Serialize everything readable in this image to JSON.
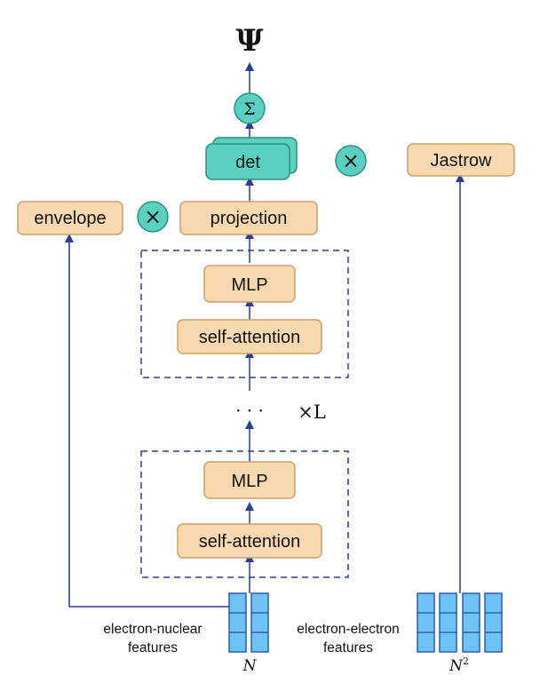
{
  "output": {
    "symbol": "Ψ"
  },
  "sum_symbol": "Σ",
  "multiply_symbol": "×",
  "nodes": {
    "det": "det",
    "jastrow": "Jastrow",
    "envelope": "envelope",
    "projection": "projection",
    "mlp_top": "MLP",
    "attention_top": "self-attention",
    "mlp_bottom": "MLP",
    "attention_bottom": "self-attention"
  },
  "repeat": {
    "dots": "· · ·",
    "label": "×L"
  },
  "inputs": {
    "electron_nuclear": {
      "line1": "electron-nuclear",
      "line2": "features",
      "dim": "N"
    },
    "electron_electron": {
      "line1": "electron-electron",
      "line2": "features",
      "dim": "N",
      "dim_exp": "2"
    }
  },
  "colors": {
    "box_fill": "#f8d8ae",
    "box_stroke": "#caa172",
    "teal": "#5ad1c0",
    "teal_stroke": "#28907e",
    "arrow": "#2c3e8f",
    "feature_fill": "#6ec2f5",
    "feature_stroke": "#2b5fa8"
  }
}
